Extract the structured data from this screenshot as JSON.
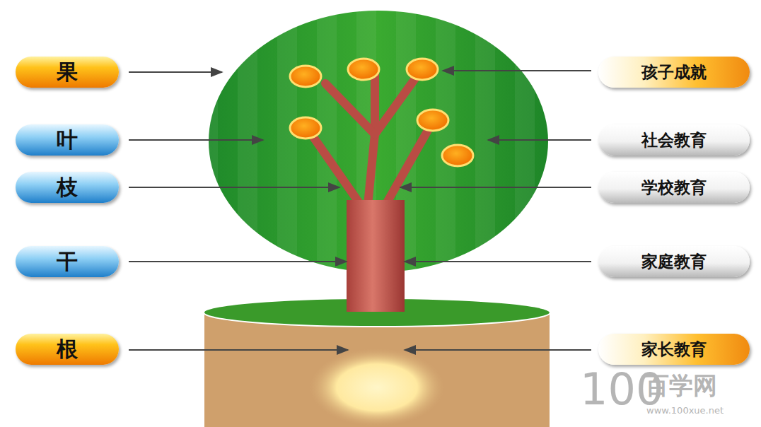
{
  "diagram": {
    "nodes": [
      {
        "text": [
          "果"
        ]
      },
      {
        "text": [
          "孩子成就"
        ]
      },
      {
        "text": [
          "叶"
        ]
      },
      {
        "text": [
          "社会教育"
        ]
      },
      {
        "text": [
          "枝"
        ]
      },
      {
        "text": [
          "学校教育"
        ]
      },
      {
        "text": [
          "干"
        ]
      },
      {
        "text": [
          "家庭教育"
        ]
      },
      {
        "text": [
          "根"
        ]
      },
      {
        "text": [
          "家长教育"
        ]
      }
    ],
    "labels": [
      "100",
      "百学网",
      "www.100xue.net"
    ]
  }
}
